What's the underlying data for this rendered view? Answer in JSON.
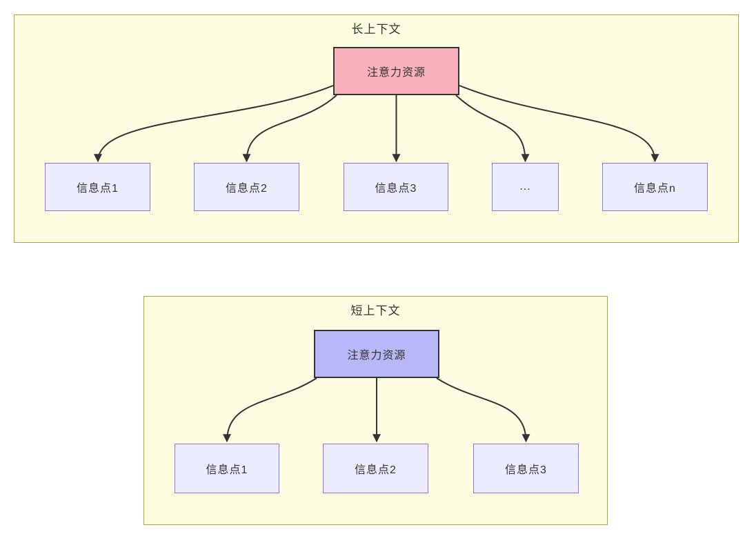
{
  "colors": {
    "container_fill": "#fdfde1",
    "container_border": "#aaaa33",
    "node_fill": "#ececff",
    "node_border": "#9370db",
    "attention_long_fill": "#f9b2bb",
    "attention_short_fill": "#b8b8f8",
    "attention_border": "#333333",
    "arrow": "#333333",
    "text": "#333333"
  },
  "diagram": {
    "type": "flowchart",
    "long_context": {
      "title": "长上下文",
      "attention": "注意力资源",
      "nodes": [
        "信息点1",
        "信息点2",
        "信息点3",
        "...",
        "信息点n"
      ]
    },
    "short_context": {
      "title": "短上下文",
      "attention": "注意力资源",
      "nodes": [
        "信息点1",
        "信息点2",
        "信息点3"
      ]
    }
  }
}
